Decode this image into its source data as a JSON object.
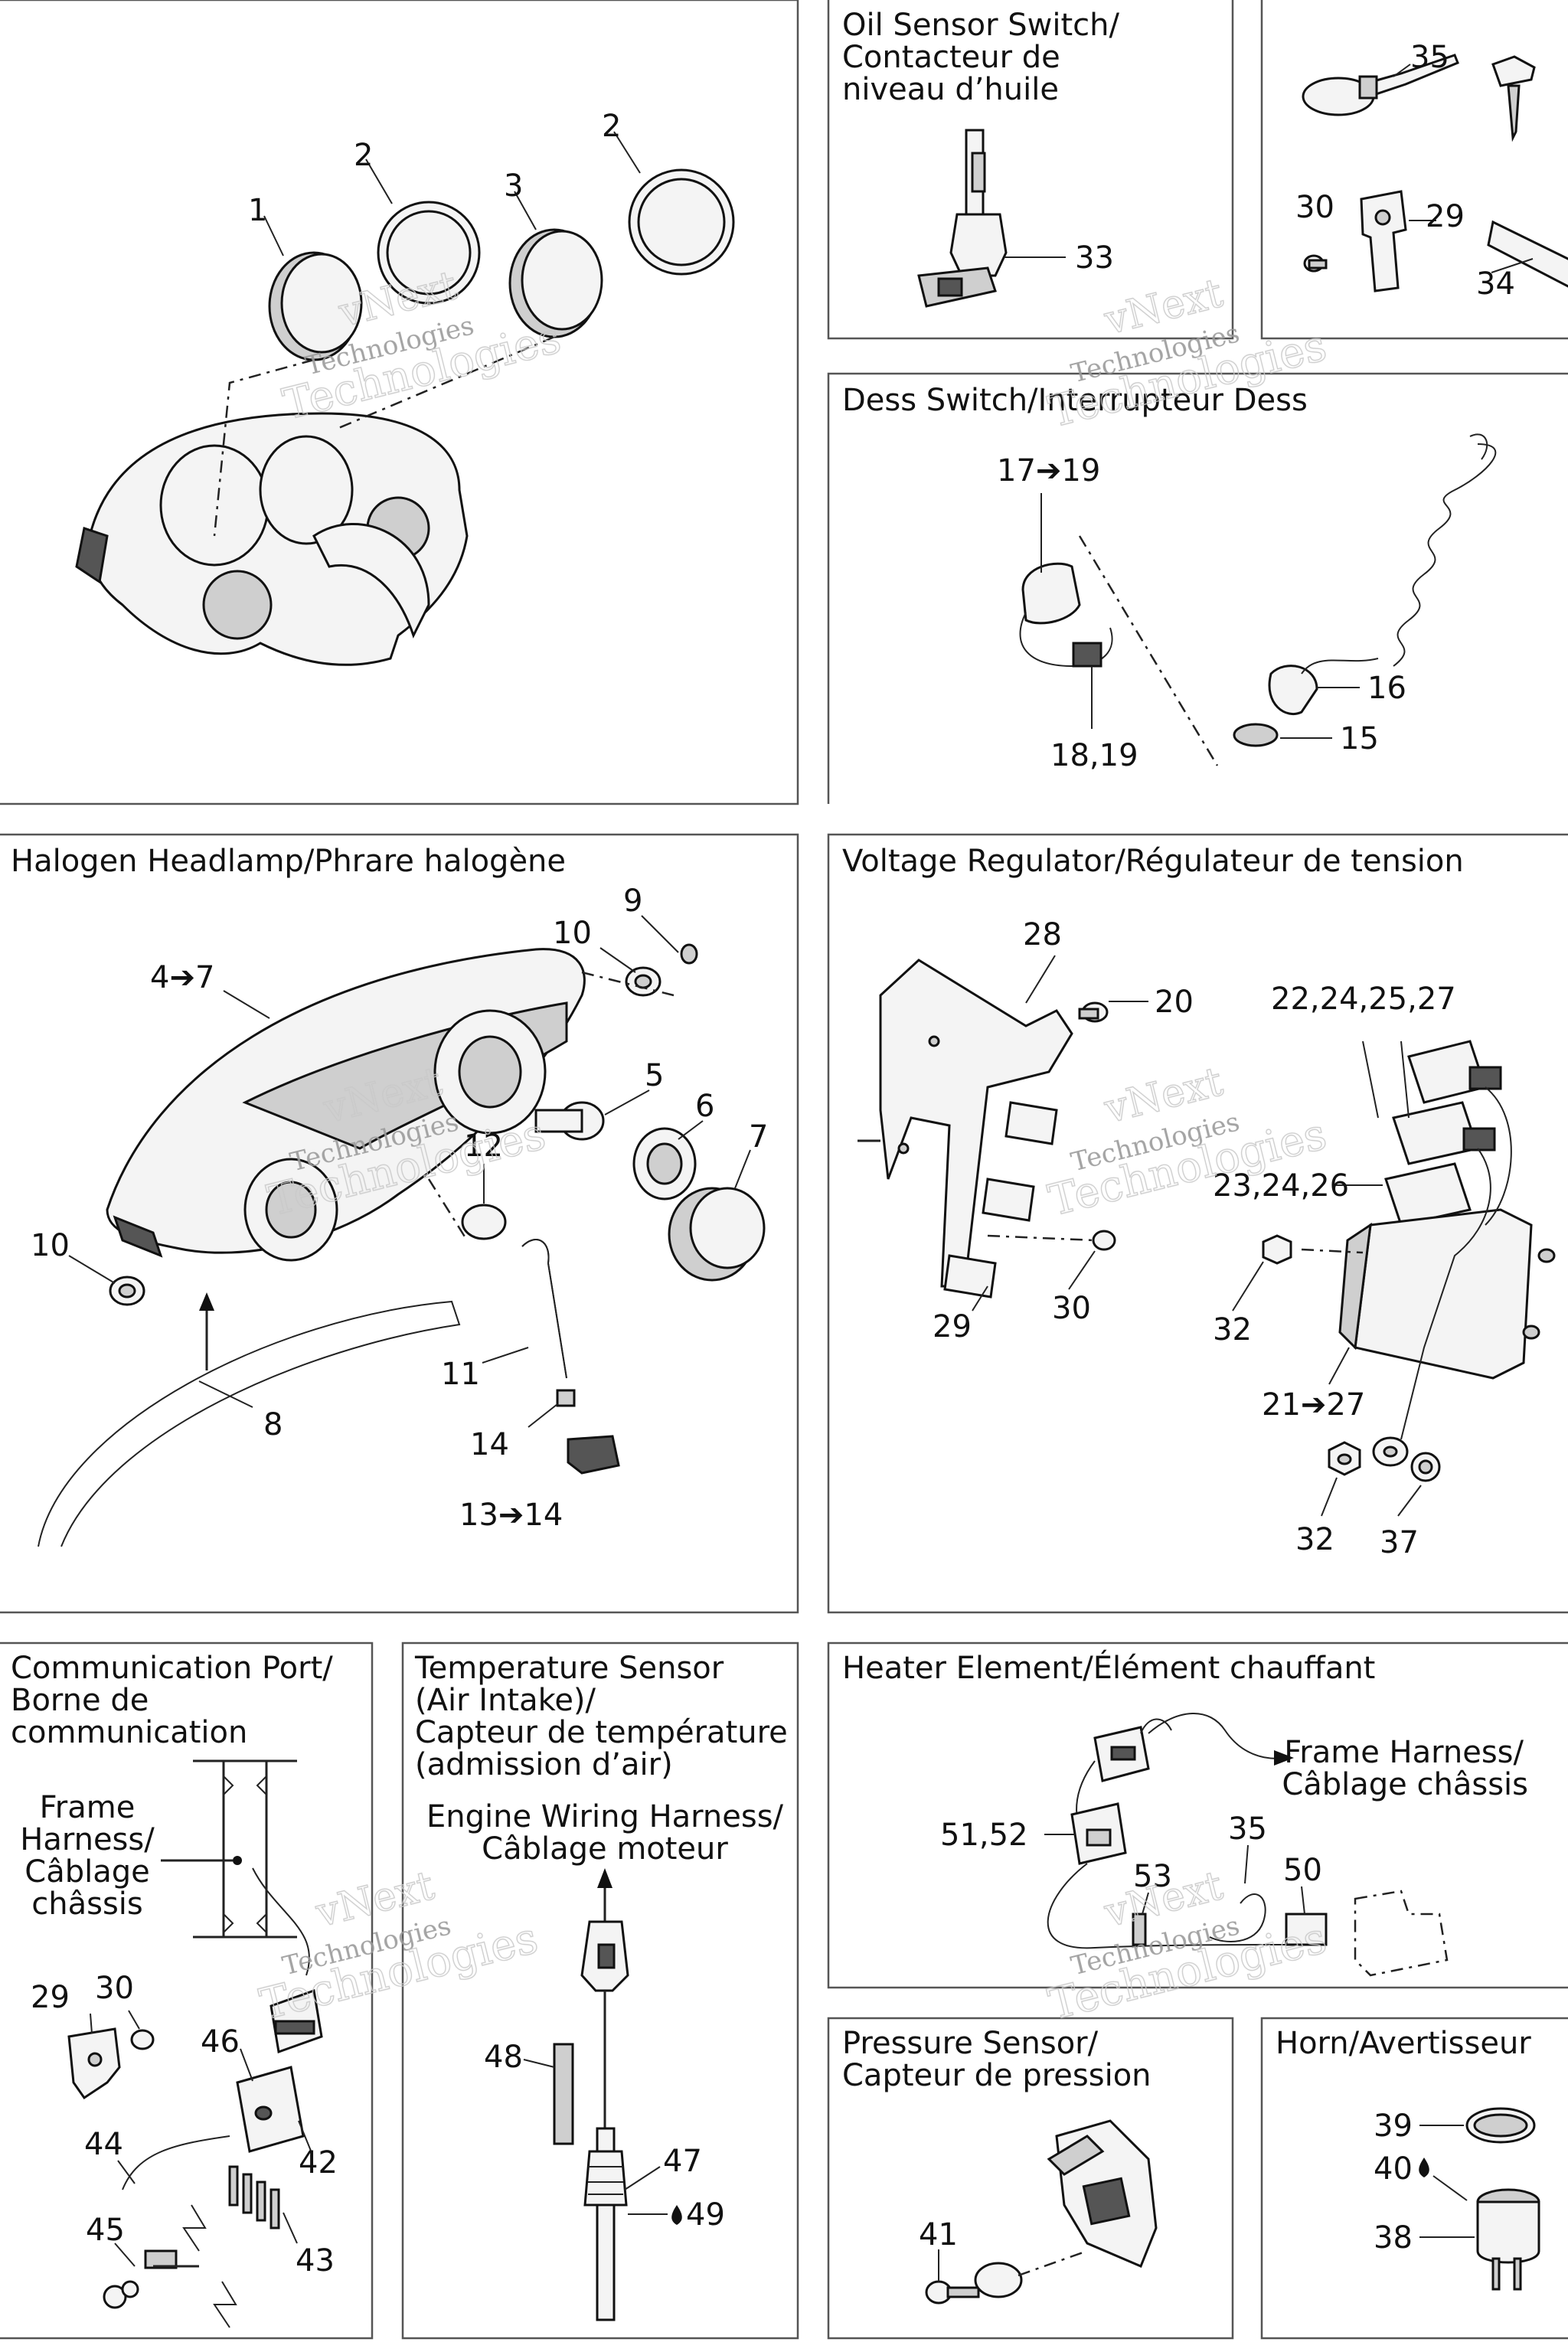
{
  "panels": {
    "oil_sensor": {
      "title": [
        "Oil Sensor Switch/",
        "Contacteur de",
        "niveau d’huile"
      ],
      "labels": [
        "33"
      ]
    },
    "fasteners": {
      "labels": [
        "35",
        "30",
        "29",
        "34"
      ]
    },
    "dess": {
      "title": [
        "Dess Switch/Interrupteur Dess"
      ],
      "labels": [
        "17➔19",
        "18,19",
        "16",
        "15"
      ]
    },
    "gauges": {
      "labels": [
        "1",
        "2",
        "3",
        "2"
      ]
    },
    "headlamp": {
      "title": [
        "Halogen Headlamp/Phrare halogène"
      ],
      "labels": [
        "9",
        "10",
        "4➔7",
        "5",
        "6",
        "7",
        "12",
        "10",
        "11",
        "8",
        "14",
        "13➔14"
      ]
    },
    "voltage": {
      "title": [
        "Voltage Regulator/Régulateur de tension"
      ],
      "labels": [
        "28",
        "20",
        "22,24,25,27",
        "23,24,26",
        "29",
        "30",
        "32",
        "21➔27",
        "32",
        "37"
      ]
    },
    "comm_port": {
      "title": [
        "Communication Port/",
        "Borne de",
        "communication"
      ],
      "frame_harness": [
        "Frame",
        "Harness/",
        "Câblage",
        "châssis"
      ],
      "labels": [
        "29",
        "30",
        "46",
        "42",
        "44",
        "45",
        "43"
      ]
    },
    "temp_sensor": {
      "title": [
        "Temperature Sensor",
        "(Air Intake)/",
        "Capteur de température",
        "(admission d’air)"
      ],
      "engine_harness": [
        "Engine Wiring Harness/",
        "Câblage moteur"
      ],
      "labels": [
        "48",
        "47",
        "49"
      ]
    },
    "heater": {
      "title": [
        "Heater Element/Élément chauffant"
      ],
      "frame_harness": [
        "Frame Harness/",
        "Câblage châssis"
      ],
      "labels": [
        "51,52",
        "35",
        "53",
        "50"
      ]
    },
    "pressure": {
      "title": [
        "Pressure Sensor/",
        "Capteur de pression"
      ],
      "labels": [
        "41"
      ]
    },
    "horn": {
      "title": [
        "Horn/Avertisseur"
      ],
      "labels": [
        "39",
        "40",
        "38"
      ]
    }
  },
  "watermark": {
    "brand": "vNext",
    "line2": "Technologies"
  }
}
